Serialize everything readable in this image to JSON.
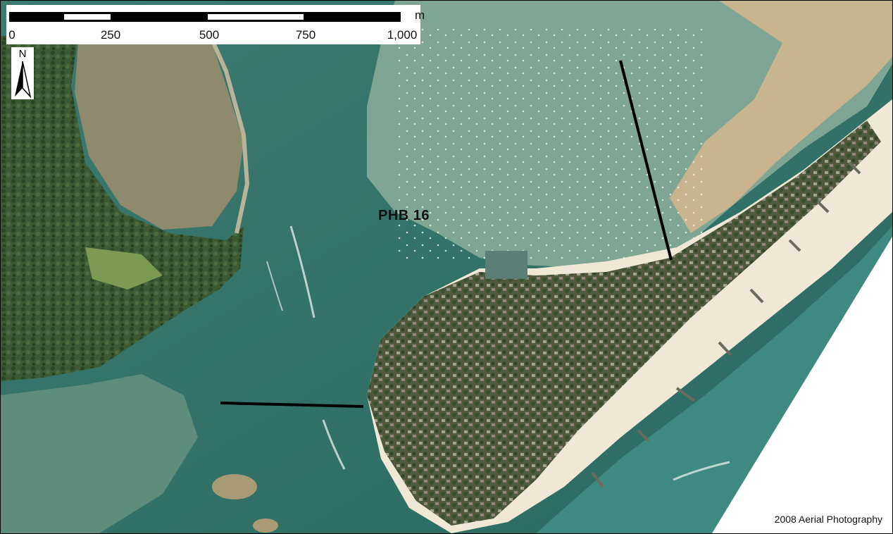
{
  "scale_bar": {
    "unit": "m",
    "tick_labels": [
      "0",
      "250",
      "500",
      "750",
      "1,000"
    ]
  },
  "north_arrow": {
    "letter": "N",
    "icon": "north-arrow-icon"
  },
  "map_label": "PHB 16",
  "credit": "2008 Aerial Photography",
  "colors": {
    "water_deep": "#2f6f66",
    "water_shallow": "#7fa594",
    "sand": "#c8b48f",
    "beach": "#efe8d6",
    "forest": "#3b5a33",
    "marsh": "#8f8a6e",
    "urban": "#6e6b57",
    "transect": "#000000"
  }
}
